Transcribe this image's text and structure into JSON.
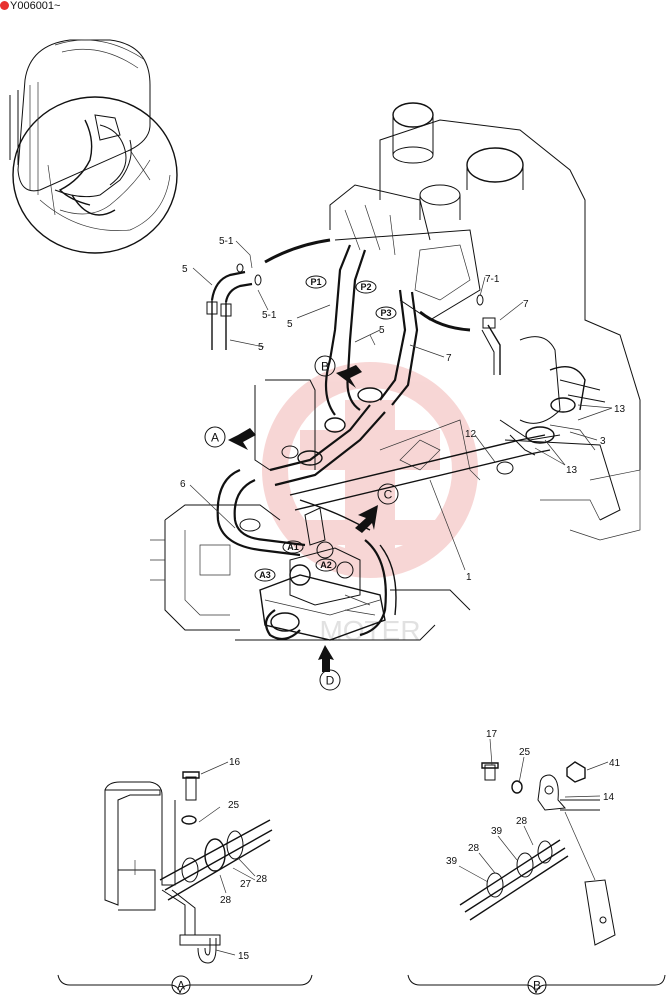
{
  "header": {
    "serial": "Y006001~",
    "badge_color": "#e8312f"
  },
  "main_view": {
    "views": [
      "A",
      "B",
      "C",
      "D"
    ],
    "ports": [
      "P1",
      "P2",
      "P3",
      "A1",
      "A2",
      "A3"
    ],
    "part_labels": [
      "5-1",
      "5",
      "5-1",
      "5",
      "5",
      "5",
      "7-1",
      "7",
      "7",
      "13",
      "12",
      "3",
      "13",
      "6",
      "1"
    ]
  },
  "detail_a": {
    "title": "A",
    "part_labels": [
      "16",
      "25",
      "27",
      "28",
      "28",
      "15"
    ]
  },
  "detail_b": {
    "title": "B",
    "part_labels": [
      "17",
      "25",
      "41",
      "14",
      "28",
      "39",
      "39",
      "28"
    ]
  },
  "watermark": {
    "color": "#f2b6b4",
    "text": "MOTER"
  }
}
